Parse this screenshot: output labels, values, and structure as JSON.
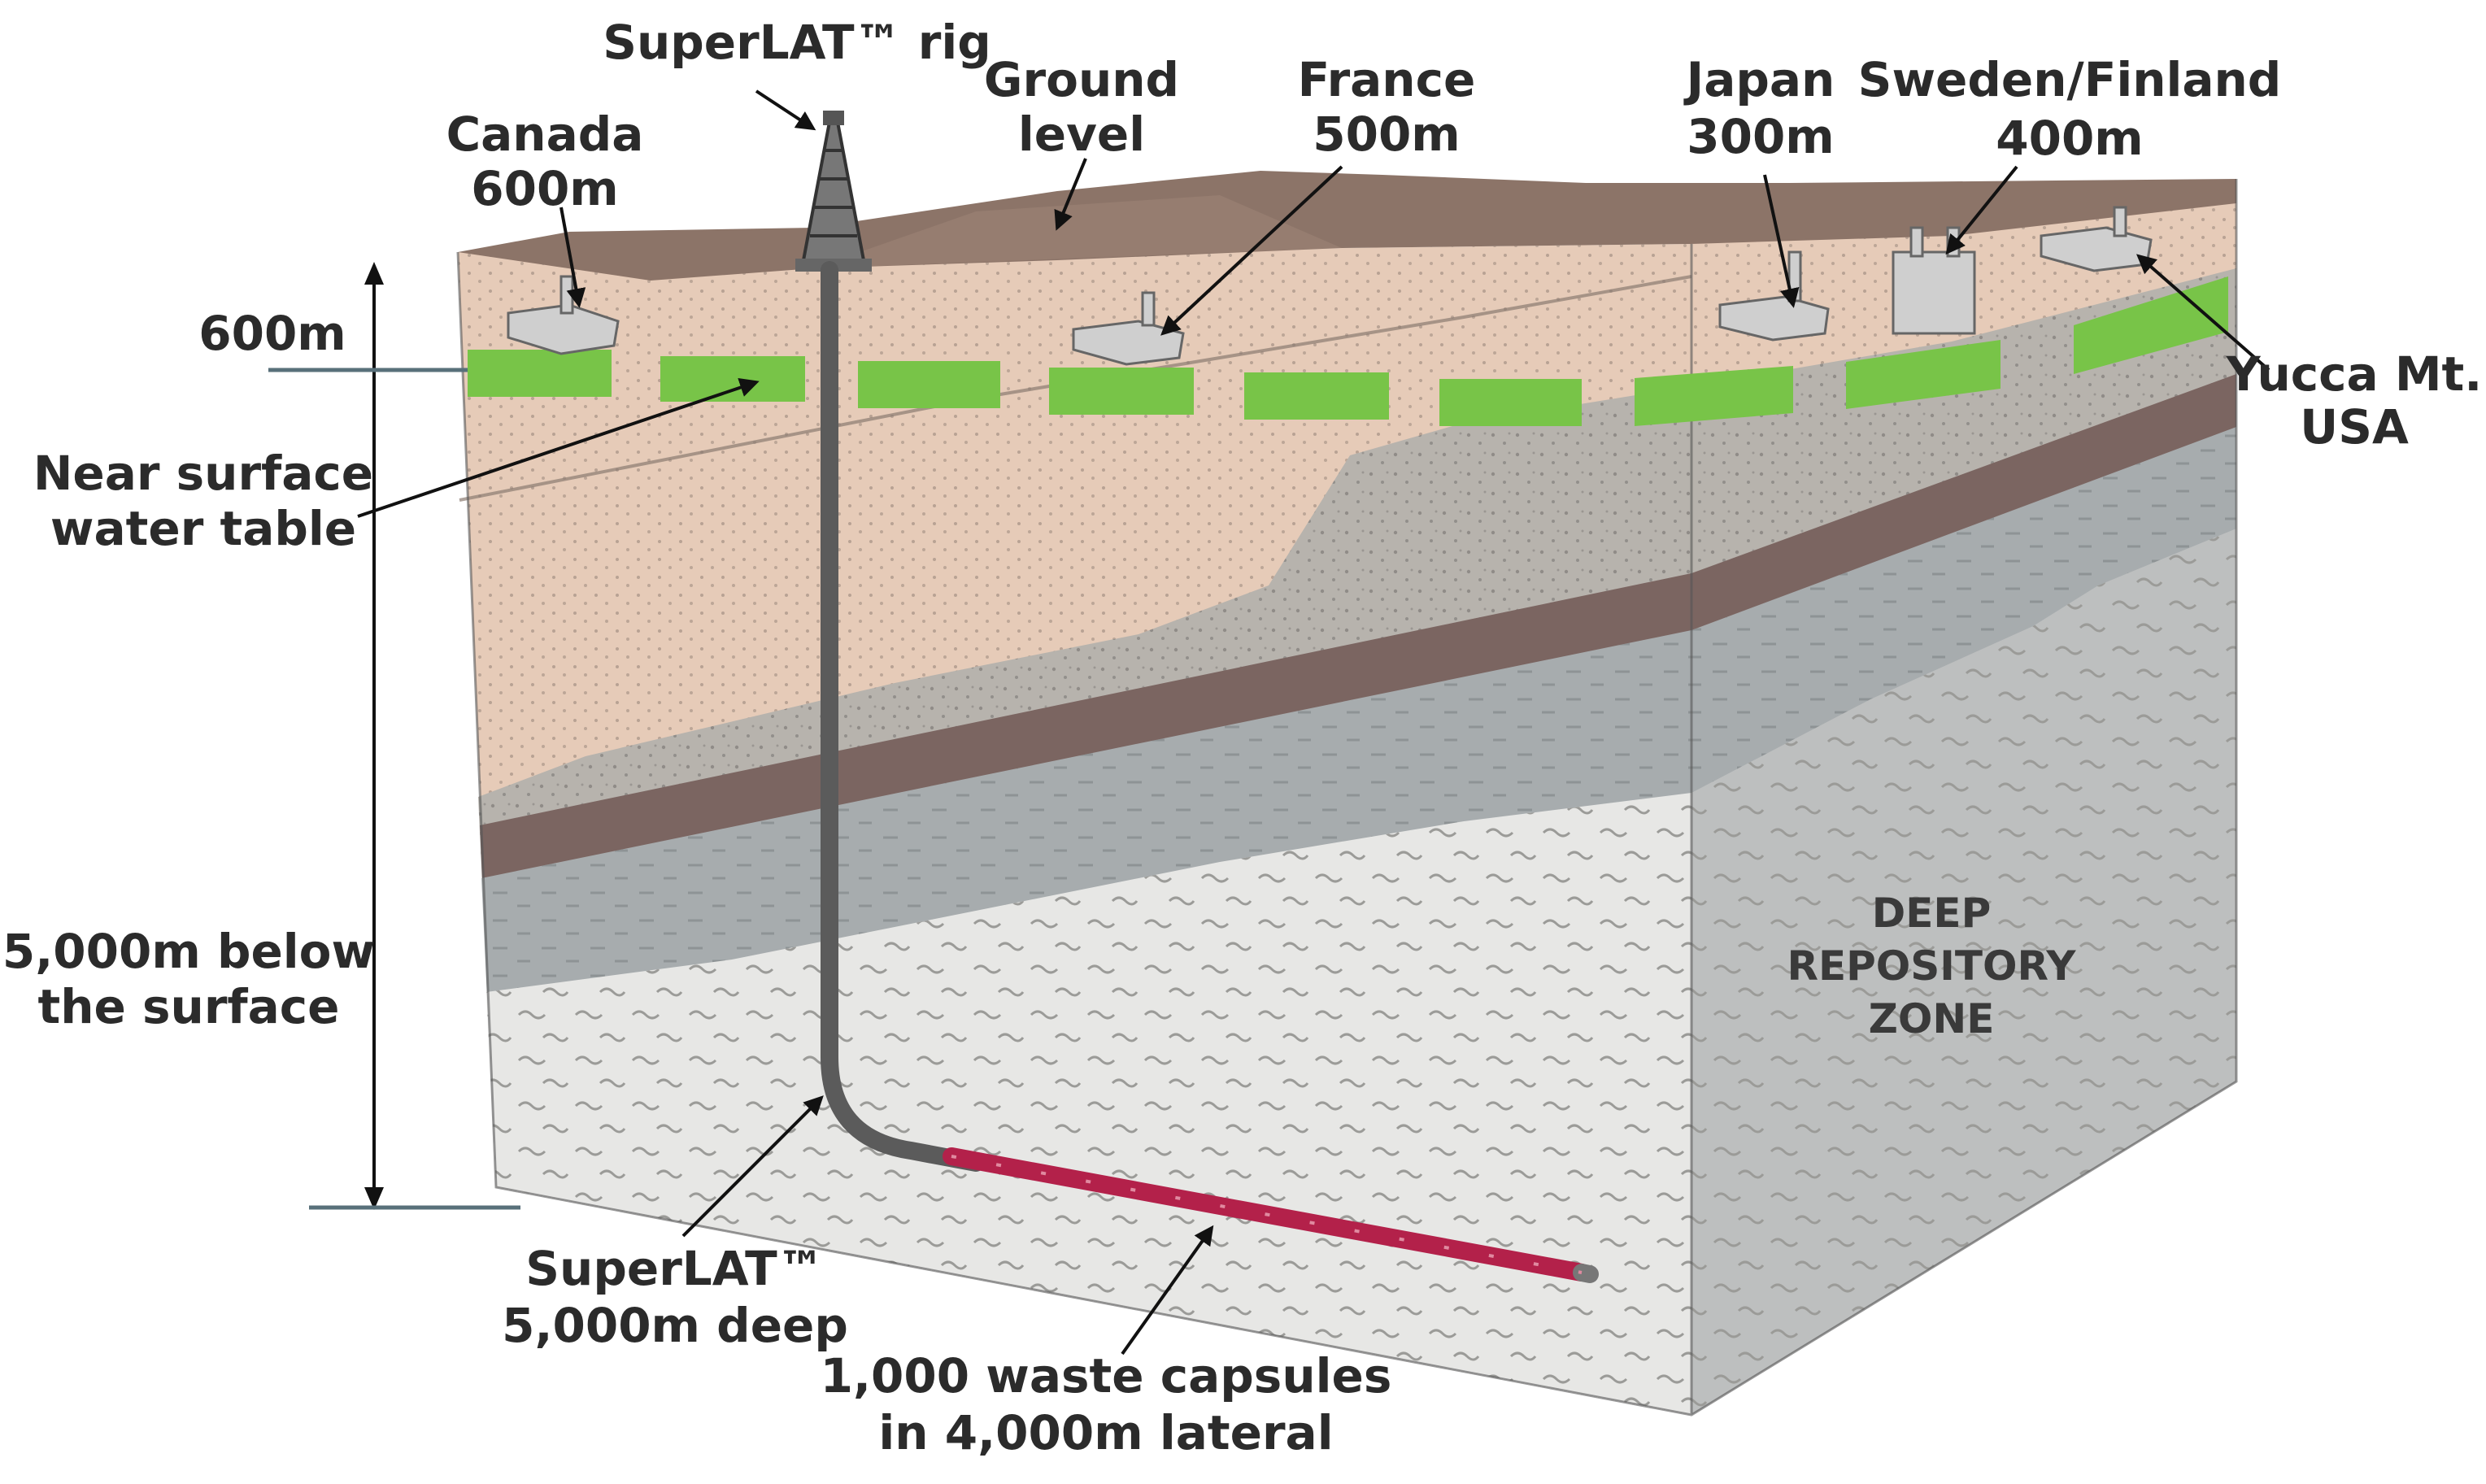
{
  "labels": {
    "superlat_rig": "SuperLAT™ rig",
    "ground_level": [
      "Ground",
      "level"
    ],
    "canada": [
      "Canada",
      "600m"
    ],
    "france": [
      "France",
      "500m"
    ],
    "japan": [
      "Japan",
      "300m"
    ],
    "sweden_finland": [
      "Sweden/Finland",
      "400m"
    ],
    "yucca": [
      "Yucca Mt.",
      "USA"
    ],
    "depth_600": "600m",
    "water_table": [
      "Near surface",
      "water table"
    ],
    "depth_5000": [
      "5,000m below",
      "the surface"
    ],
    "superlat_deep": [
      "SuperLAT™",
      "5,000m deep"
    ],
    "capsules": [
      "1,000 waste capsules",
      "in 4,000m lateral"
    ],
    "repository_zone": [
      "DEEP",
      "REPOSITORY",
      "ZONE"
    ]
  },
  "colors": {
    "ground_top": "#8c7468",
    "tan_layer": "#e6cbb8",
    "water_table": "#78c448",
    "gray_sand": "#b7b3ad",
    "brown_band": "#7b6561",
    "gray_layer": "#a7acae",
    "light_rock": "#e7e7e5",
    "capsules": "#b3214a",
    "pipe": "#7a7a7a"
  }
}
